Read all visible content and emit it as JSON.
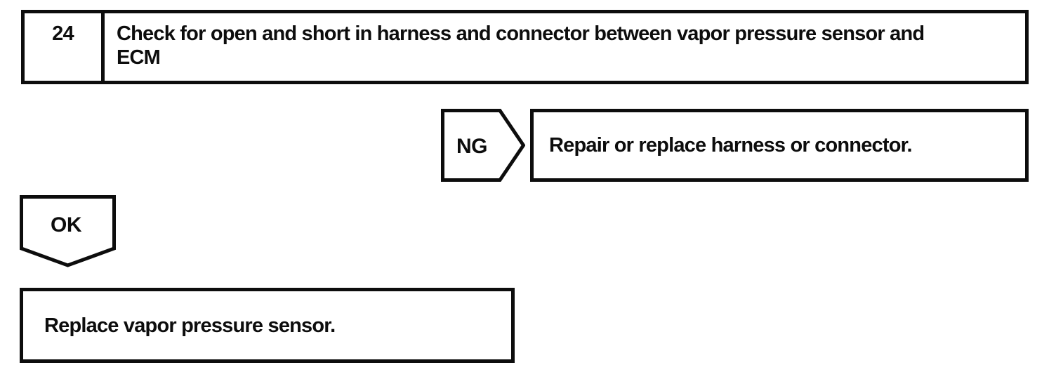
{
  "colors": {
    "ink": "#0d0d0d",
    "paper": "#ffffff"
  },
  "flowchart": {
    "step": {
      "number": "24",
      "instruction": "Check for open and short in harness and connector between vapor pressure sensor and ECM"
    },
    "ng": {
      "label": "NG",
      "result": "Repair or replace harness or connector."
    },
    "ok": {
      "label": "OK",
      "result": "Replace vapor pressure sensor."
    }
  }
}
